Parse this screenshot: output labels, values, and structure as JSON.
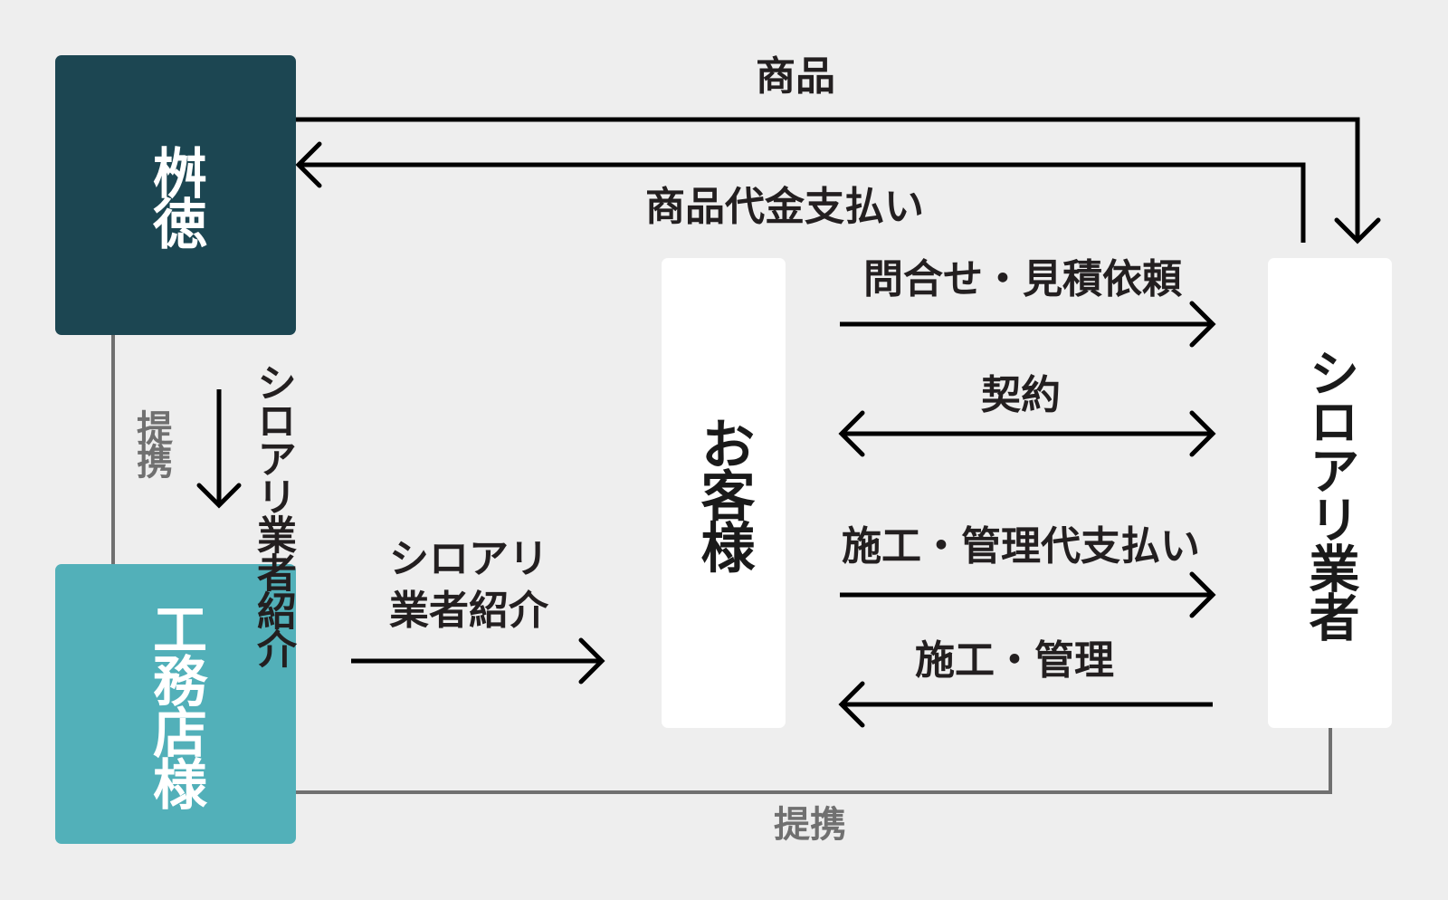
{
  "nodes": {
    "masutoku": "桝徳",
    "koumuten": "工務店様",
    "customer": "お客様",
    "vendor": "シロアリ業者"
  },
  "flows": {
    "product": "商品",
    "product_payment": "商品代金支払い",
    "inquiry_estimate": "問合せ・見積依頼",
    "contract": "契約",
    "construction_payment": "施工・管理代支払い",
    "construction_management": "施工・管理",
    "vendor_referral_line1": "シロアリ",
    "vendor_referral_line2": "業者紹介",
    "vendor_referral_vertical": "シロアリ業者紹介",
    "partnership_left": "提携",
    "partnership_bottom": "提携"
  },
  "colors": {
    "masutoku_box": "#1c4652",
    "koumuten_box": "#52b0b9",
    "white_box": "#ffffff",
    "background": "#eeeeee",
    "arrow": "#000000",
    "partnership_line": "#707070"
  }
}
